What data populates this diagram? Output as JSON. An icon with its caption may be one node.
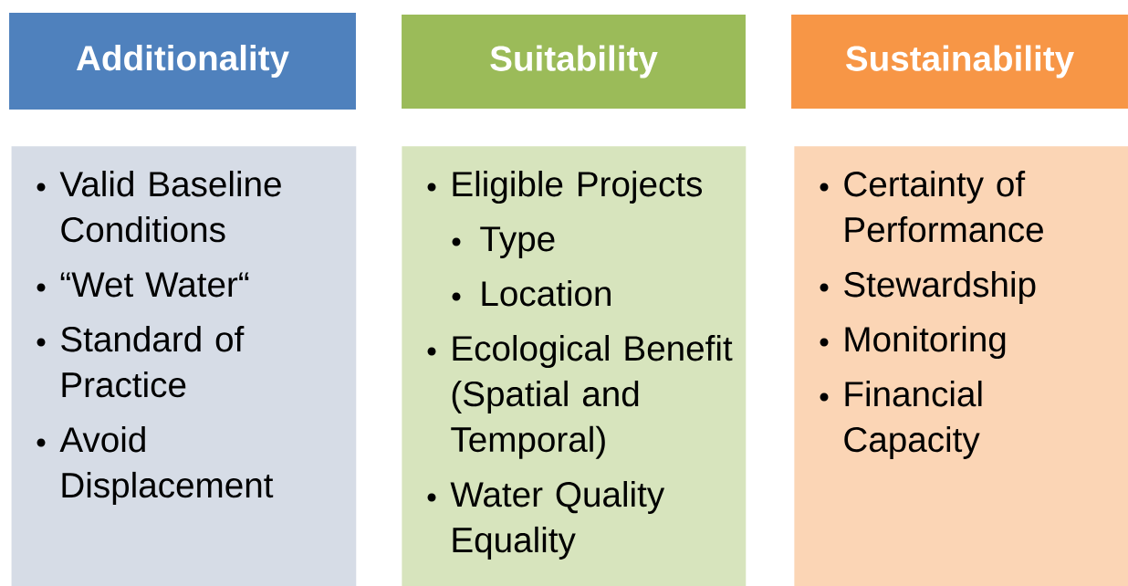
{
  "diagram": {
    "nodes": [
      {
        "text": [
          "Additionality"
        ]
      },
      {
        "text": [
          "Suitability"
        ]
      },
      {
        "text": [
          "Sustainability"
        ]
      },
      {
        "text": [
          "Valid Baseline Conditions",
          "“Wet Water“",
          "Standard of Practice",
          "Avoid Displacement"
        ]
      },
      {
        "text": [
          "Eligible Projects",
          "Type",
          "Location",
          "Ecological Benefit (Spatial and Temporal)",
          "Water Quality Equality"
        ]
      },
      {
        "text": [
          "Certainty of Performance",
          "Stewardship",
          "Monitoring",
          "Financial Capacity"
        ]
      }
    ]
  }
}
